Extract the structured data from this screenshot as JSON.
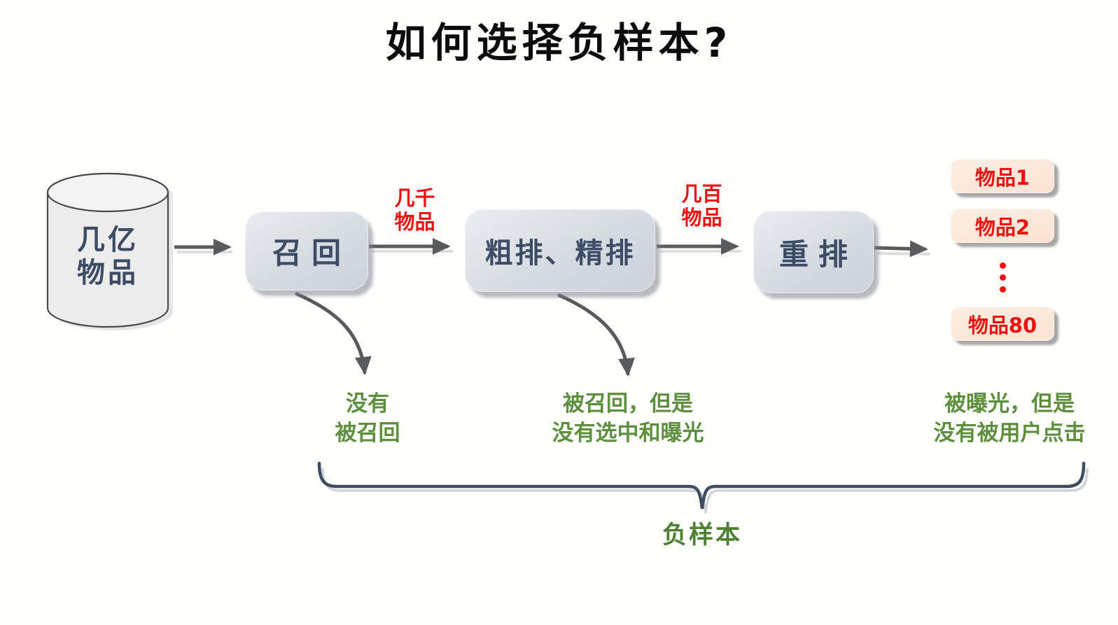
{
  "title": "如何选择负样本?",
  "source": {
    "line1": "几亿",
    "line2": "物品"
  },
  "stages": [
    {
      "label": "召回"
    },
    {
      "label": "粗排、精排"
    },
    {
      "label": "重排"
    }
  ],
  "edge_labels": [
    {
      "line1": "几千",
      "line2": "物品"
    },
    {
      "line1": "几百",
      "line2": "物品"
    }
  ],
  "outputs": {
    "items": [
      "物品1",
      "物品2",
      "物品80"
    ]
  },
  "annotations": [
    {
      "line1": "没有",
      "line2": "被召回"
    },
    {
      "line1": "被召回，但是",
      "line2": "没有选中和曝光"
    },
    {
      "line1": "被曝光，但是",
      "line2": "没有被用户点击"
    }
  ],
  "brace_label": "负样本",
  "colors": {
    "stage_box_fill": "#d6dbe2",
    "stage_text": "#3c4c64",
    "flow_count_red": "#ee1111",
    "item_card_fill": "#fbe3d2",
    "item_text_red": "#ee1111",
    "annotation_green": "#5d8f3e",
    "arrow_gray": "#595a5c",
    "brace_slate": "#3e4c61",
    "cylinder_fill": "#ececec"
  }
}
